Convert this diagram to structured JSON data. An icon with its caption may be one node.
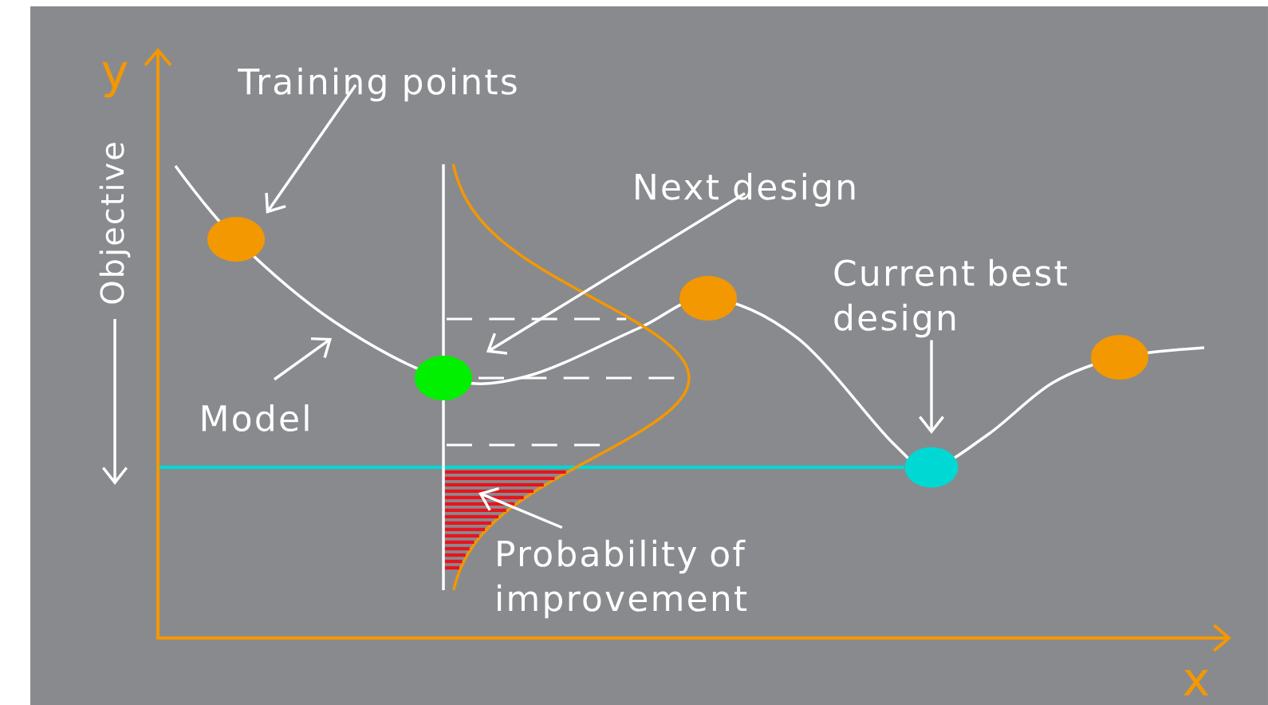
{
  "diagram": {
    "nodes": [
      {
        "text": [
          "Training points"
        ]
      },
      {
        "text": [],
        "shape": "circle"
      },
      {
        "text": [
          "Next design"
        ]
      },
      {
        "text": [],
        "shape": "circle"
      },
      {
        "text": [
          "Current best design"
        ]
      },
      {
        "text": [],
        "shape": "circle"
      },
      {
        "text": [],
        "shape": "circle"
      },
      {
        "text": [
          "Model"
        ]
      },
      {
        "text": [],
        "shape": "circle"
      },
      {
        "text": [],
        "shape": "area"
      },
      {
        "text": [
          "Probability of improvement"
        ]
      }
    ],
    "edges": [
      {
        "from": 0,
        "to": 1,
        "arrow": "to"
      },
      {
        "from": 2,
        "to": 5,
        "arrow": "to"
      },
      {
        "from": 4,
        "to": 8,
        "arrow": "to"
      },
      {
        "from": 7,
        "to": null,
        "arrow": "to"
      },
      {
        "from": 10,
        "to": 9,
        "arrow": "to"
      }
    ],
    "labels": [
      "y",
      "Objective",
      "x"
    ]
  }
}
